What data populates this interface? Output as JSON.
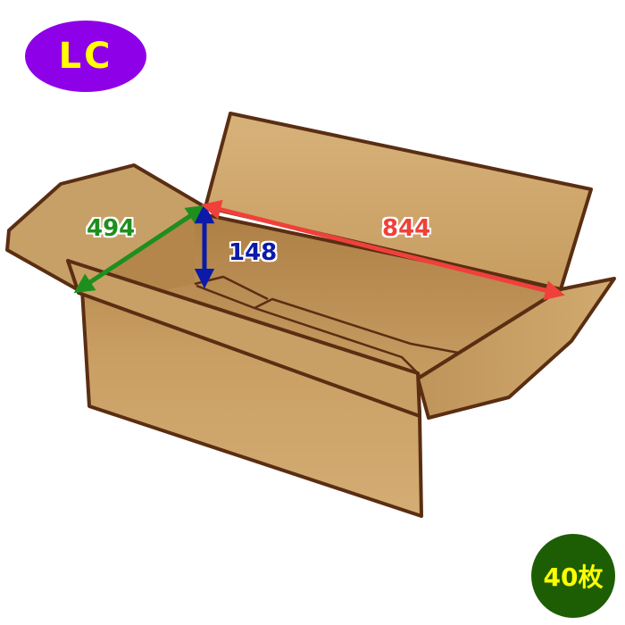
{
  "badges": {
    "size_code": "LC",
    "quantity": "40枚"
  },
  "dimensions": {
    "depth": "494",
    "height": "148",
    "length": "844"
  },
  "colors": {
    "size_badge_bg": "#8e00e8",
    "size_badge_text": "#ffff00",
    "quantity_badge_bg": "#1d5e05",
    "quantity_badge_text": "#ffff00",
    "depth_arrow": "#1e8f1e",
    "height_arrow": "#0b1aa8",
    "length_arrow": "#f0403a",
    "cardboard": "#caa267",
    "outline": "#5a2e12"
  }
}
